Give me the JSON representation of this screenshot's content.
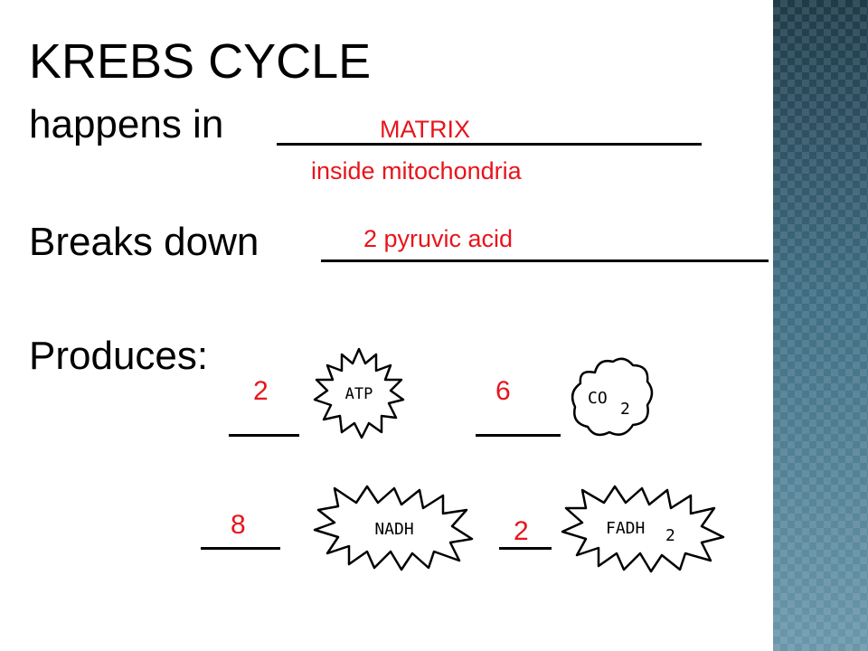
{
  "slide": {
    "title": "KREBS CYCLE",
    "happens_label": "happens in",
    "breaks_label": "Breaks down",
    "produces_label": "Produces:",
    "answer_location": "MATRIX",
    "answer_location_detail": "inside mitochondria",
    "answer_breakdown": "2 pyruvic acid",
    "products": [
      {
        "count": "2",
        "molecule": "ATP"
      },
      {
        "count": "6",
        "molecule": "CO",
        "subscript": "2"
      },
      {
        "count": "8",
        "molecule": "NADH"
      },
      {
        "count": "2",
        "molecule": "FADH",
        "subscript": "2"
      }
    ]
  },
  "colors": {
    "answer": "#e8141b",
    "text": "#000000",
    "side_panel": "#3f6d82"
  },
  "icons": [
    "atp-starburst-icon",
    "co2-cloud-icon",
    "nadh-starburst-icon",
    "fadh2-starburst-icon"
  ]
}
